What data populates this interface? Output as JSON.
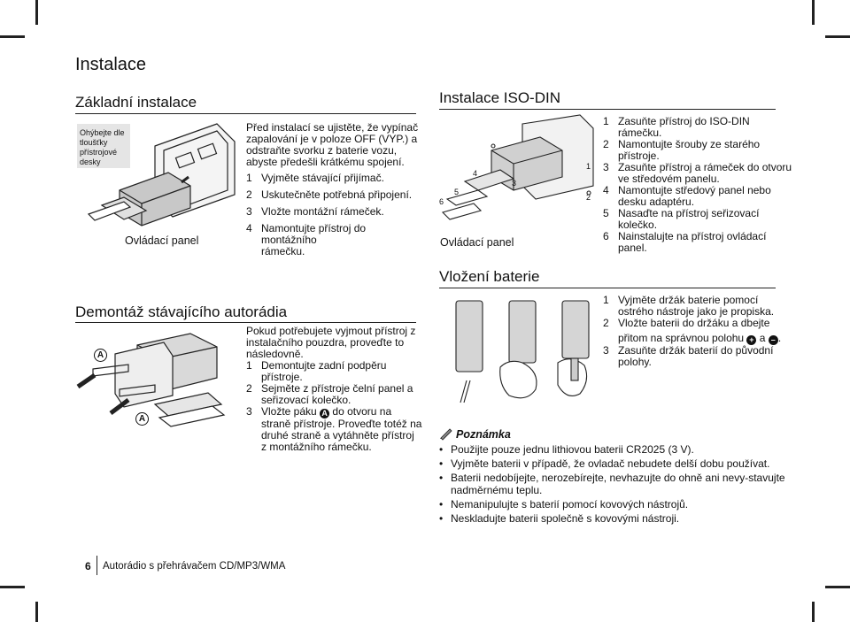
{
  "page_title": "Instalace",
  "basic": {
    "heading": "Základní instalace",
    "callout": "Ohýbejte dle tloušťky přístrojové desky",
    "panel_label": "Ovládací panel",
    "intro": [
      "Před instalací se ujistěte, že vypínač",
      "zapalování je v poloze OFF (VYP.) a",
      "odstraňte svorku z baterie vozu,",
      "abyste předešli krátkému spojení."
    ],
    "steps": [
      {
        "n": "1",
        "lines": [
          "Vyjměte stávající přijímač."
        ]
      },
      {
        "n": "2",
        "lines": [
          "Uskutečněte potřebná připojení."
        ]
      },
      {
        "n": "3",
        "lines": [
          "Vložte montážní rámeček."
        ]
      },
      {
        "n": "4",
        "lines": [
          "Namontujte přístroj do montážního",
          "rámečku."
        ]
      }
    ]
  },
  "removal": {
    "heading": "Demontáž stávajícího autorádia",
    "tag": "A",
    "intro": [
      "Pokud potřebujete vyjmout přístroj z",
      "instalačního pouzdra, proveďte to",
      "následovně."
    ],
    "steps": [
      {
        "n": "1",
        "lines": [
          "Demontujte zadní podpěru",
          "přístroje."
        ]
      },
      {
        "n": "2",
        "lines": [
          "Sejměte z přístroje čelní panel a",
          "seřizovací kolečko."
        ]
      }
    ],
    "step3": {
      "n": "3",
      "before": "Vložte páku",
      "tag": "A",
      "after": "do otvoru na",
      "lines": [
        "straně přístroje. Proveďte totéž na",
        "druhé straně a vytáhněte přístroj",
        "z montážního rámečku."
      ]
    }
  },
  "iso": {
    "heading": "Instalace ISO-DIN",
    "panel_label": "Ovládací panel",
    "fig_numbers": [
      "1",
      "2",
      "3",
      "4",
      "5",
      "6"
    ],
    "steps": [
      {
        "n": "1",
        "lines": [
          "Zasuňte přístroj do ISO-DIN",
          "rámečku."
        ]
      },
      {
        "n": "2",
        "lines": [
          "Namontujte šrouby ze starého",
          "přístroje."
        ]
      },
      {
        "n": "3",
        "lines": [
          "Zasuňte přístroj a rámeček do otvoru",
          "ve středovém panelu."
        ]
      },
      {
        "n": "4",
        "lines": [
          "Namontujte středový panel nebo",
          "desku adaptéru."
        ]
      },
      {
        "n": "5",
        "lines": [
          "Nasaďte na přístroj seřizovací",
          "kolečko."
        ]
      },
      {
        "n": "6",
        "lines": [
          "Nainstalujte na přístroj ovládací",
          "panel."
        ]
      }
    ]
  },
  "battery": {
    "heading": "Vložení baterie",
    "step1": {
      "n": "1",
      "lines": [
        "Vyjměte držák baterie pomocí",
        "ostrého nástroje jako je propiska."
      ]
    },
    "step2": {
      "n": "2",
      "line1": "Vložte baterii do držáku a dbejte",
      "line2_before": "přitom na správnou polohu",
      "plus": "+",
      "and": "a",
      "minus": "–",
      "end": "."
    },
    "step3": {
      "n": "3",
      "lines": [
        "Zasuňte držák baterií do původní",
        "polohy."
      ]
    }
  },
  "note": {
    "title": "Poznámka",
    "bullets": [
      [
        "Použijte pouze jednu lithiovou baterii CR2025 (3 V)."
      ],
      [
        "Vyjměte baterii v případě, že ovladač nebudete delší dobu používat."
      ],
      [
        "Baterii nedobíjejte, nerozebírejte, nevhazujte do ohně ani nevy-stavujte",
        "nadměrnému teplu."
      ],
      [
        "Nemanipulujte s baterií pomocí kovových nástrojů."
      ],
      [
        "Neskladujte baterii společně s kovovými nástroji."
      ]
    ]
  },
  "footer": {
    "page_number": "6",
    "text": "Autorádio s přehrávačem CD/MP3/WMA"
  }
}
